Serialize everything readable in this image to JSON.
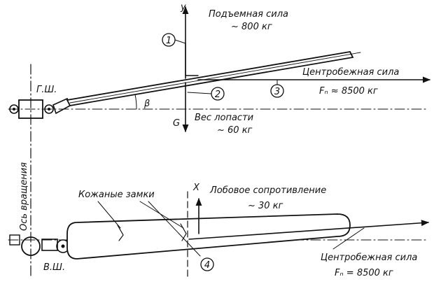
{
  "top_view": {
    "axis_y": "y",
    "lift_label": "Подъемная сила",
    "lift_value": "~ 800 кг",
    "centrifugal_label": "Центробежная сила",
    "centrifugal_value": "Fₙ ≈ 8500 кг",
    "weight_label": "Вес лопасти",
    "weight_value": "~ 60 кг",
    "g_label": "G",
    "hinge_label": "Г.Ш.",
    "angle_label": "β",
    "callouts": [
      "1",
      "2",
      "3"
    ]
  },
  "bottom_view": {
    "axis_x": "X",
    "leather_locks": "Кожаные замки",
    "drag_label": "Лобовое сопротивление",
    "drag_value": "~ 30 кг",
    "centrifugal_label": "Центробежная сила",
    "centrifugal_value": "Fₙ = 8500 кг",
    "hinge_label": "В.Ш.",
    "callout": "4"
  },
  "rotation_axis_label": "Ось вращения"
}
